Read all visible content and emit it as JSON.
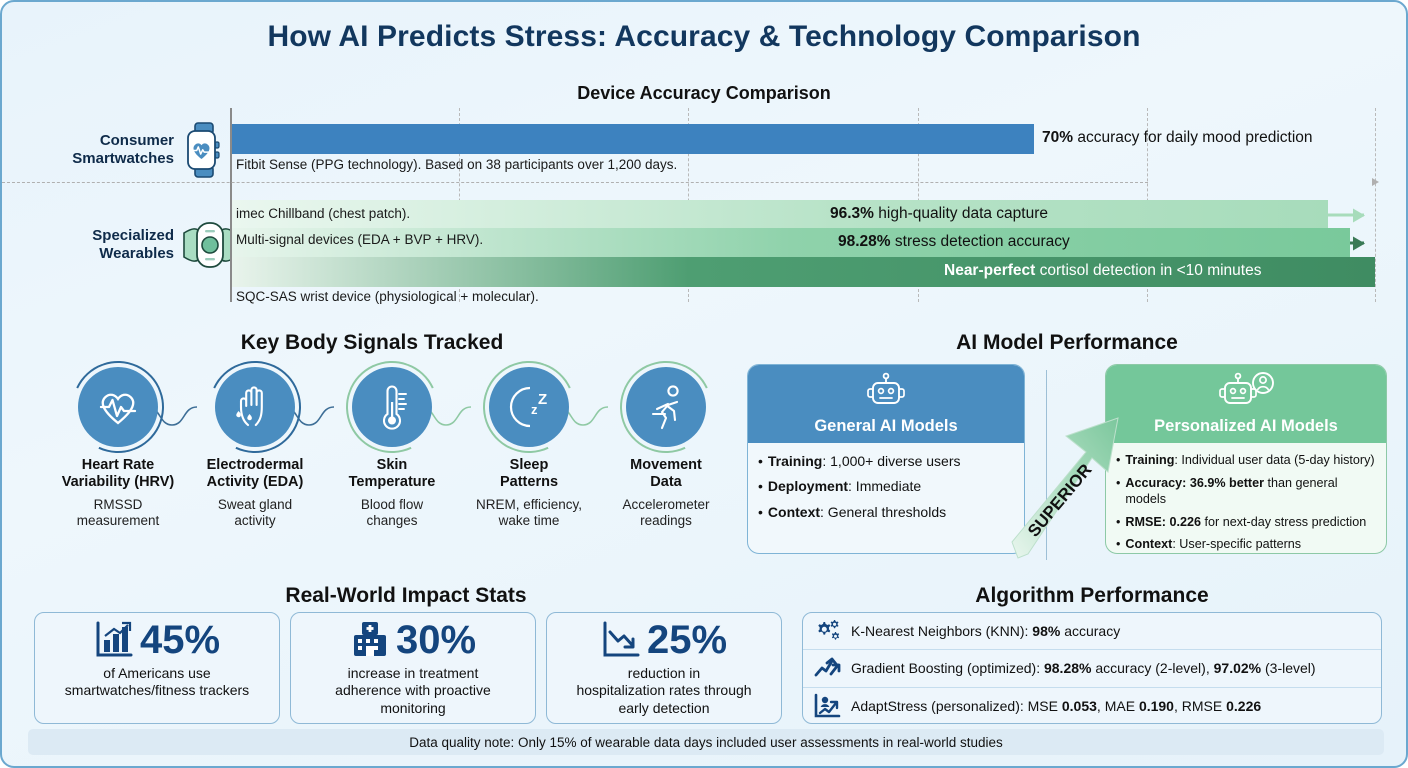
{
  "title": "How AI Predicts Stress: Accuracy & Technology Comparison",
  "chart_data": {
    "type": "bar",
    "title": "Device Accuracy Comparison",
    "orientation": "horizontal",
    "xlabel": "",
    "ylabel": "",
    "xlim": [
      0,
      100
    ],
    "grid": true,
    "gridlines": [
      20,
      40,
      60,
      80,
      100
    ],
    "categories": [
      "Consumer Smartwatches",
      "Specialized Wearables"
    ],
    "bars": [
      {
        "category": "Consumer Smartwatches",
        "value": 70,
        "value_label": "70%",
        "label_bold": "70%",
        "label_rest": " accuracy for daily mood prediction",
        "note": "Fitbit Sense (PPG technology). Based on 38 participants over 1,200 days.",
        "color": "#3d82bf",
        "style": "solid-blue",
        "label_inside": false
      },
      {
        "category": "Specialized Wearables",
        "value": 96.3,
        "value_label": "96.3%",
        "label_bold": "96.3%",
        "label_rest": " high-quality data capture",
        "note": "imec Chillband (chest patch).",
        "color": "#a7dcbb",
        "style": "gradient-light-green",
        "label_inside": false
      },
      {
        "category": "Specialized Wearables",
        "value": 98.28,
        "value_label": "98.28%",
        "label_bold": "98.28%",
        "label_rest": " stress detection accuracy",
        "note": "Multi-signal devices (EDA + BVP + HRV).",
        "color": "#79c99b",
        "style": "gradient-mid-green",
        "label_inside": false
      },
      {
        "category": "Specialized Wearables",
        "value": 100,
        "value_label": "Near-perfect",
        "label_bold": "Near-perfect",
        "label_rest": " cortisol detection in <10 minutes",
        "note": "SQC-SAS wrist device (physiological + molecular).",
        "color": "#3f8c62",
        "style": "gradient-dark-green",
        "label_inside": true
      }
    ]
  },
  "chart_categories": [
    {
      "label_line1": "Consumer",
      "label_line2": "Smartwatches",
      "icon": "smartwatch-icon"
    },
    {
      "label_line1": "Specialized",
      "label_line2": "Wearables",
      "icon": "chest-patch-icon"
    }
  ],
  "signals_section": {
    "title": "Key Body Signals Tracked",
    "items": [
      {
        "name_line1": "Heart Rate",
        "name_line2": "Variability (HRV)",
        "desc_line1": "RMSSD",
        "desc_line2": "measurement",
        "icon": "heart-pulse-icon"
      },
      {
        "name_line1": "Electrodermal",
        "name_line2": "Activity (EDA)",
        "desc_line1": "Sweat gland",
        "desc_line2": "activity",
        "icon": "hand-sweat-icon"
      },
      {
        "name_line1": "Skin",
        "name_line2": "Temperature",
        "desc_line1": "Blood flow",
        "desc_line2": "changes",
        "icon": "thermometer-icon"
      },
      {
        "name_line1": "Sleep",
        "name_line2": "Patterns",
        "desc_line1": "NREM, efficiency,",
        "desc_line2": "wake time",
        "icon": "moon-sleep-icon"
      },
      {
        "name_line1": "Movement",
        "name_line2": "Data",
        "desc_line1": "Accelerometer",
        "desc_line2": "readings",
        "icon": "running-person-icon"
      }
    ]
  },
  "ai_section": {
    "title": "AI Model Performance",
    "arrow_label": "SUPERIOR",
    "general": {
      "title": "General AI Models",
      "icon": "robot-icon",
      "items": [
        {
          "key": "Training",
          "value": ": 1,000+ diverse users"
        },
        {
          "key": "Deployment",
          "value": ": Immediate"
        },
        {
          "key": "Context",
          "value": ": General thresholds"
        }
      ]
    },
    "personalized": {
      "title": "Personalized AI Models",
      "icon": "robot-user-icon",
      "items": [
        {
          "key": "Training",
          "value": ": Individual user data (5-day history)"
        },
        {
          "key": "Accuracy: 36.9% better",
          "value": " than general models"
        },
        {
          "key": "RMSE: 0.226",
          "value": " for next-day stress prediction"
        },
        {
          "key": "Context",
          "value": ": User-specific patterns"
        }
      ]
    }
  },
  "impact_section": {
    "title": "Real-World Impact Stats",
    "cards": [
      {
        "number": "45%",
        "icon": "bar-chart-up-icon",
        "desc_line1": "of Americans use",
        "desc_line2": "smartwatches/fitness trackers",
        "desc_line3": ""
      },
      {
        "number": "30%",
        "icon": "hospital-icon",
        "desc_line1": "increase in treatment",
        "desc_line2": "adherence with proactive",
        "desc_line3": "monitoring"
      },
      {
        "number": "25%",
        "icon": "trend-down-icon",
        "desc_line1": "reduction in",
        "desc_line2": "hospitalization rates through",
        "desc_line3": "early detection"
      }
    ]
  },
  "algorithm_section": {
    "title": "Algorithm Performance",
    "rows": [
      {
        "icon": "gears-icon",
        "plain1": "K-Nearest Neighbors (KNN): ",
        "bold1": "98%",
        "plain2": " accuracy",
        "bold2": "",
        "plain3": ""
      },
      {
        "icon": "trend-up-arrow-icon",
        "plain1": "Gradient Boosting (optimized): ",
        "bold1": "98.28%",
        "plain2": " accuracy (2-level), ",
        "bold2": "97.02%",
        "plain3": " (3-level)"
      },
      {
        "icon": "user-chart-icon",
        "plain1": "AdaptStress (personalized): MSE ",
        "bold1": "0.053",
        "plain2": ", MAE ",
        "bold2": "0.190",
        "plain3": ", RMSE ",
        "bold3": "0.226"
      }
    ]
  },
  "footer": {
    "note": "Data quality note: Only 15% of wearable data days included user assessments in real-world studies"
  },
  "colors": {
    "background": "#eaf4fb",
    "title_navy": "#12375e",
    "blue_accent": "#4a8dc0",
    "bar_blue": "#3d82bf",
    "green_light": "#a7dcbb",
    "green_mid": "#79c99b",
    "green_dark": "#3f8c62",
    "stat_navy": "#14457e",
    "border_blue": "#8fb9d6"
  }
}
